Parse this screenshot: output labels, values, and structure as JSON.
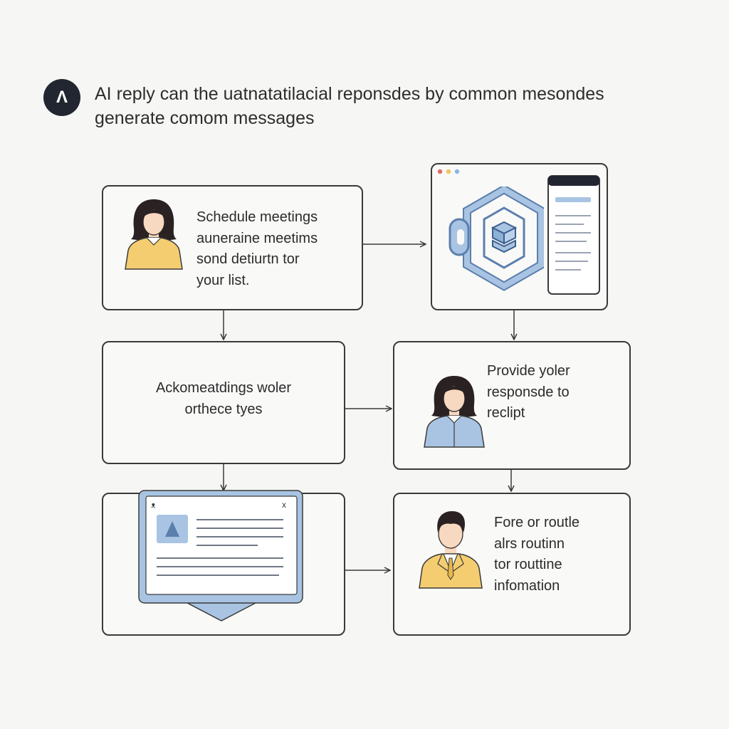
{
  "header": {
    "logo_glyph": "Λ",
    "title": "AI reply can the uatnatatilacial reponsdes by common mesondes\ngenerate comom messages"
  },
  "steps": [
    {
      "text": "Schedule meetings\nauneraine meetims\nsond detiurtn tor\nyour list."
    },
    {
      "text": "Ackomeatdings woler\northece tyes"
    },
    {
      "text": "Provide yoler\nresponsde to\nreclipt"
    },
    {
      "text": "Fore or routle\nalrs routinn\ntor routtine\ninfomation"
    }
  ],
  "icons": {
    "step1": "woman-avatar-icon",
    "automation": "hexagon-workflow-icon",
    "phone": "phone-icon",
    "step3": "woman-avatar-icon",
    "message_window": "message-window-icon",
    "step4": "man-avatar-icon"
  },
  "colors": {
    "accent_blue": "#a8c4e2",
    "accent_blue_stroke": "#5b7fad",
    "accent_yellow": "#f4cd70",
    "skin": "#f7d8c0",
    "hair": "#2a2222",
    "border": "#3a3a3a"
  }
}
